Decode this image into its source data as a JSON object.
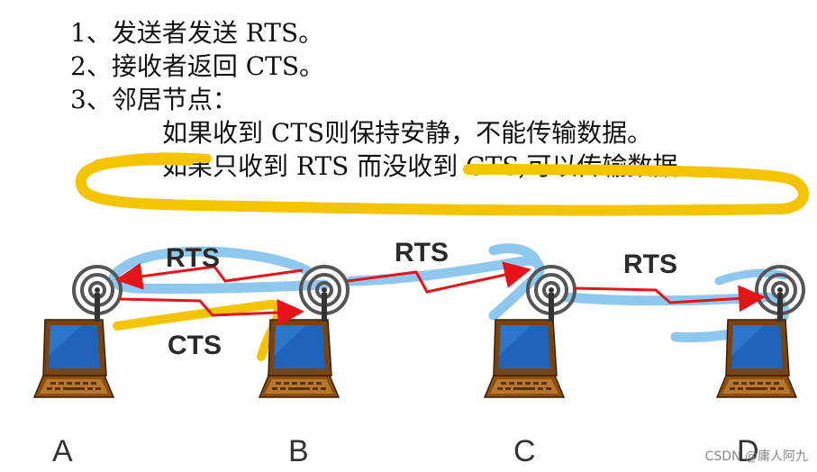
{
  "steps": [
    "1、发送者发送 RTS。",
    "2、接收者返回 CTS。",
    "3、邻居节点："
  ],
  "neighbor_rules": [
    "如果收到 CTS则保持安静，不能传输数据。",
    "如果只收到 RTS 而没收到 CTS,可以传输数据。"
  ],
  "messages": {
    "rts_ab": "RTS",
    "cts_ba": "CTS",
    "rts_bc": "RTS",
    "rts_cd": "RTS"
  },
  "nodes": [
    "A",
    "B",
    "C",
    "D"
  ],
  "watermark": "CSDN @庸人阿九",
  "colors": {
    "arrow": "#e8121b",
    "highlight_yellow": "#f5c400",
    "highlight_blue": "#8ec8ee",
    "laptop_screen": "#1f64b8",
    "laptop_body": "#9a5a14"
  },
  "icons": [
    "antenna-icon",
    "laptop-icon"
  ]
}
